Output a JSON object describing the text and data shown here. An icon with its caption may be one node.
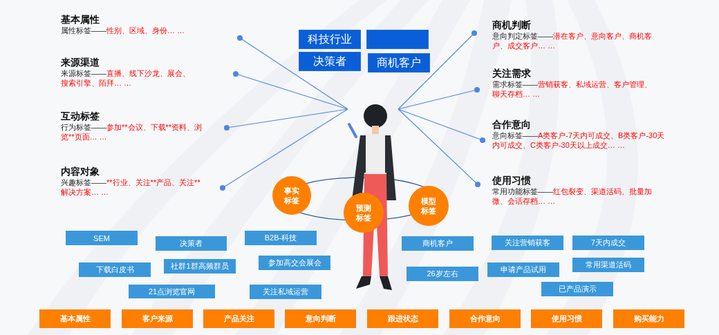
{
  "diagram": {
    "nodes": [
      {
        "text": [
          "基本属性",
          "属性标签——",
          "性别、区域、身份… …"
        ]
      },
      {
        "text": [
          "来源渠道",
          "来源标签——",
          "直播、线下沙龙、展会、搜索引擎、陌拜… …"
        ]
      },
      {
        "text": [
          "互动标签",
          "行为标签——",
          "参加**会议、下载**资料、浏览**页面… …"
        ]
      },
      {
        "text": [
          "内容对象",
          "兴趣标签——",
          "**行业、关注**产品、关注**解决方案… …"
        ]
      },
      {
        "text": [
          "科技行业"
        ]
      },
      {
        "text": [],
        "shape": "box"
      },
      {
        "text": [
          "决策者"
        ]
      },
      {
        "text": [
          "商机客户"
        ]
      },
      {
        "text": [
          "商机判断",
          "意向判定标签——",
          "潜在客户、意向客户、商机客户、成交客户… …"
        ]
      },
      {
        "text": [
          "关注需求",
          "需求标签——",
          "营销获客、私域运营、客户管理、聊天存档… …"
        ]
      },
      {
        "text": [
          "合作意向",
          "意向标签——",
          "A类客户-7天内可成交、B类客户-30天内可成交、C类客户-30天以上成交… …"
        ]
      },
      {
        "text": [
          "使用习惯",
          "常用功能标签——",
          "红包裂变、渠道活码、批量加微、会话存档… …"
        ]
      },
      {
        "text": [],
        "shape": "person"
      },
      {
        "text": [
          "事实标签"
        ]
      },
      {
        "text": [
          "预测标签"
        ]
      },
      {
        "text": [
          "模型标签"
        ]
      },
      {
        "text": [
          "SEM"
        ]
      },
      {
        "text": [
          "B2B-科技"
        ]
      },
      {
        "text": [
          "决策者"
        ]
      },
      {
        "text": [
          "商机客户"
        ]
      },
      {
        "text": [
          "关注营销获客"
        ]
      },
      {
        "text": [
          "7天内成交"
        ]
      },
      {
        "text": [
          "参加高交会展会"
        ]
      },
      {
        "text": [
          "社群1群高频群员"
        ]
      },
      {
        "text": [
          "常用渠道活码"
        ]
      },
      {
        "text": [
          "下载白皮书"
        ]
      },
      {
        "text": [
          "申请产品试用"
        ]
      },
      {
        "text": [
          "26岁左右"
        ]
      },
      {
        "text": [
          "已产品演示"
        ]
      },
      {
        "text": [
          "21点浏览官网"
        ]
      },
      {
        "text": [
          "关注私域运营"
        ]
      },
      {
        "text": [
          "基本属性"
        ]
      },
      {
        "text": [
          "客户来源"
        ]
      },
      {
        "text": [
          "产品关注"
        ]
      },
      {
        "text": [
          "意向判断"
        ]
      },
      {
        "text": [
          "跟进状态"
        ]
      },
      {
        "text": [
          "合作意向"
        ]
      },
      {
        "text": [
          "使用习惯"
        ]
      },
      {
        "text": [
          "购买能力"
        ]
      }
    ],
    "edges": [
      {
        "from": 0,
        "to": 12,
        "arrow": "other"
      },
      {
        "from": 1,
        "to": 12,
        "arrow": "other"
      },
      {
        "from": 2,
        "to": 12,
        "arrow": "other"
      },
      {
        "from": 3,
        "to": 12,
        "arrow": "other"
      },
      {
        "from": 8,
        "to": 12,
        "arrow": "other"
      },
      {
        "from": 9,
        "to": 12,
        "arrow": "other"
      },
      {
        "from": 10,
        "to": 12,
        "arrow": "other"
      },
      {
        "from": 11,
        "to": 12,
        "arrow": "other"
      }
    ]
  }
}
